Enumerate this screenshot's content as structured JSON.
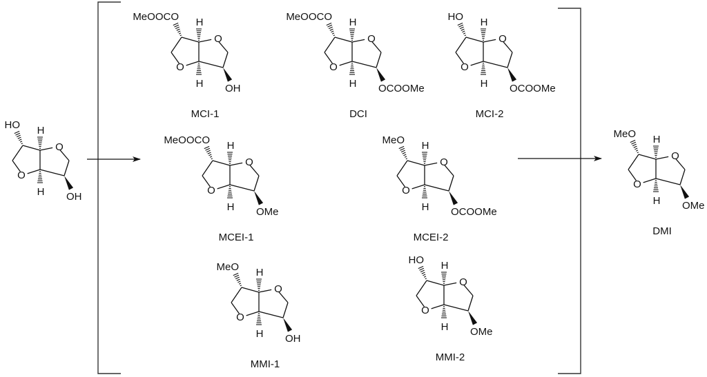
{
  "scheme": {
    "colors": {
      "black": "#111111",
      "carbonate": "#7b7bc0",
      "methoxy": "#1a1ae6"
    },
    "starting_material": {
      "top_left": {
        "text": "HO",
        "kind": "plain"
      },
      "bottom_right": {
        "text": "OH",
        "kind": "plain"
      },
      "label": ""
    },
    "intermediates": [
      {
        "id": "MCI-1",
        "label": "MCI-1",
        "top_left": {
          "text": "MeOOCO",
          "kind": "carbonate"
        },
        "bottom_right": {
          "text": "OH",
          "kind": "plain"
        }
      },
      {
        "id": "DCI",
        "label": "DCI",
        "top_left": {
          "text": "MeOOCO",
          "kind": "carbonate"
        },
        "bottom_right": {
          "text": "OCOOMe",
          "kind": "carbonate"
        }
      },
      {
        "id": "MCI-2",
        "label": "MCI-2",
        "top_left": {
          "text": "HO",
          "kind": "plain"
        },
        "bottom_right": {
          "text": "OCOOMe",
          "kind": "carbonate"
        }
      },
      {
        "id": "MCEI-1",
        "label": "MCEI-1",
        "top_left": {
          "text": "MeOOCO",
          "kind": "carbonate"
        },
        "bottom_right": {
          "text": "OMe",
          "kind": "methoxy"
        }
      },
      {
        "id": "MCEI-2",
        "label": "MCEI-2",
        "top_left": {
          "text": "MeO",
          "kind": "methoxy"
        },
        "bottom_right": {
          "text": "OCOOMe",
          "kind": "carbonate"
        }
      },
      {
        "id": "MMI-1",
        "label": "MMI-1",
        "top_left": {
          "text": "MeO",
          "kind": "methoxy"
        },
        "bottom_right": {
          "text": "OH",
          "kind": "plain"
        }
      },
      {
        "id": "MMI-2",
        "label": "MMI-2",
        "top_left": {
          "text": "HO",
          "kind": "plain"
        },
        "bottom_right": {
          "text": "OMe",
          "kind": "methoxy"
        }
      }
    ],
    "product": {
      "id": "DMI",
      "label": "DMI",
      "top_left": {
        "text": "MeO",
        "kind": "methoxy"
      },
      "bottom_right": {
        "text": "OMe",
        "kind": "methoxy"
      }
    },
    "ring_atoms": {
      "ring_oxygen": "O",
      "bridge_hydrogen": "H"
    }
  }
}
